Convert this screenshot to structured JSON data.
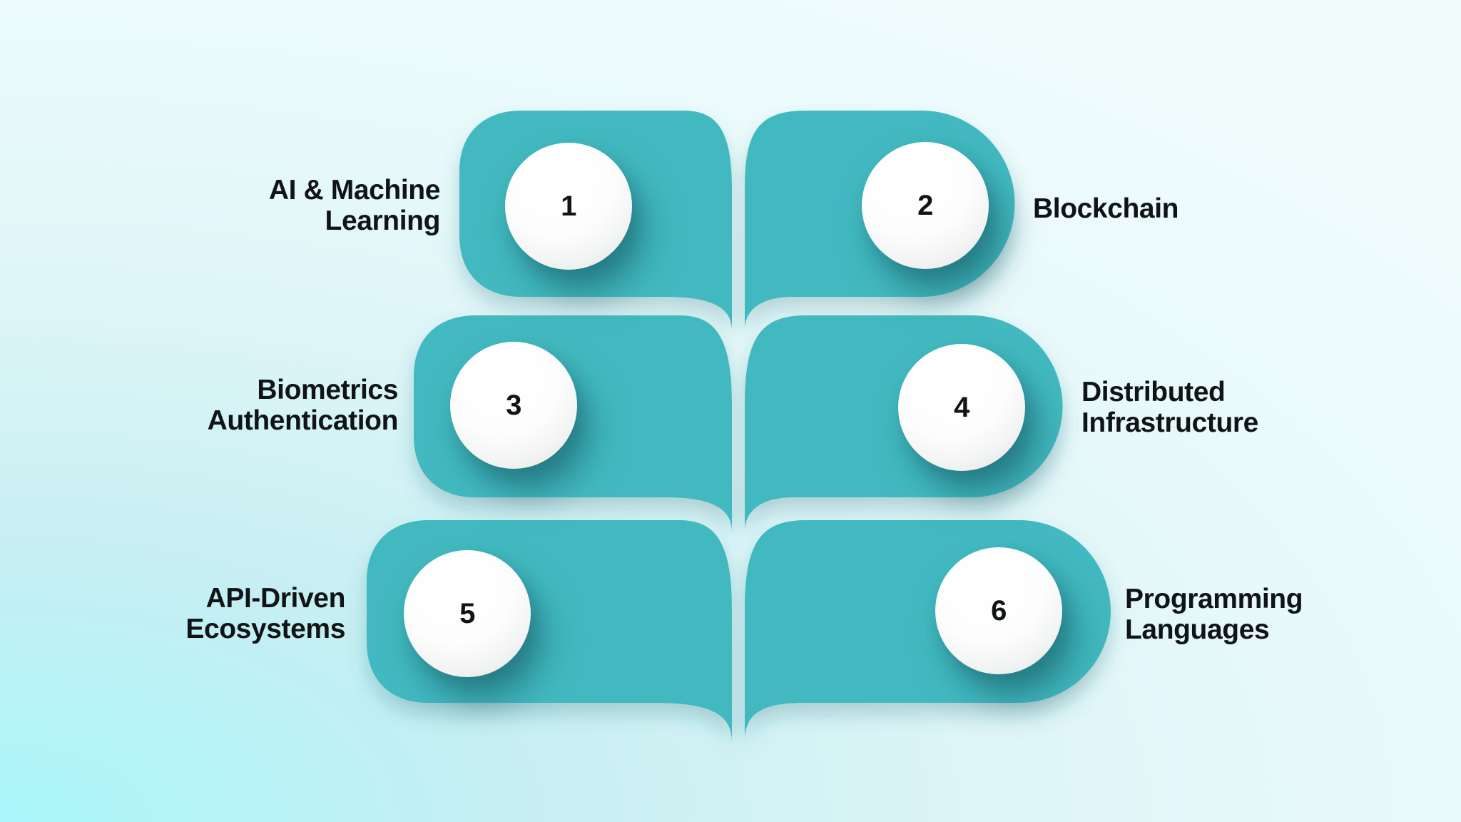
{
  "figure": {
    "kind": "branching steps infographic",
    "steps_count": 6,
    "layout": "three rows of leaf-shaped petals joined to a central stem"
  },
  "colors": {
    "petal_teal": "#42b9c0",
    "background_corner_cyan": "#a9f6fa",
    "background_light": "#f2fcfd",
    "text": "#101416",
    "circle_fill": "#fdfdfd",
    "circle_shadow": "rgba(21,90,99,0.5)"
  },
  "items": [
    {
      "number": "1",
      "side": "left",
      "label_lines": [
        "AI & Machine",
        "Learning"
      ]
    },
    {
      "number": "2",
      "side": "right",
      "label_lines": [
        "Blockchain"
      ]
    },
    {
      "number": "3",
      "side": "left",
      "label_lines": [
        "Biometrics",
        "Authentication"
      ]
    },
    {
      "number": "4",
      "side": "right",
      "label_lines": [
        "Distributed",
        "Infrastructure"
      ]
    },
    {
      "number": "5",
      "side": "left",
      "label_lines": [
        "API-Driven",
        "Ecosystems"
      ]
    },
    {
      "number": "6",
      "side": "right",
      "label_lines": [
        "Programming",
        "Languages"
      ]
    }
  ]
}
